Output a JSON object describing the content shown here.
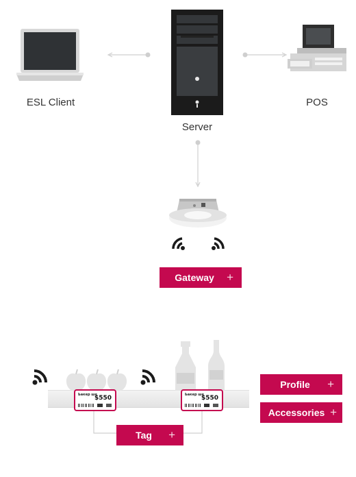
{
  "nodes": {
    "esl_client": "ESL Client",
    "pos": "POS",
    "server": "Server"
  },
  "buttons": {
    "gateway": "Gateway",
    "profile": "Profile",
    "accessories": "Accessories",
    "tag": "Tag",
    "plus": "+"
  },
  "tags": [
    {
      "brand": "Ьакер ше",
      "price": "$550"
    },
    {
      "brand": "Ьакер ше",
      "price": "$550"
    }
  ],
  "colors": {
    "accent": "#c4094f",
    "connector": "#cfcfcf",
    "device_dark": "#1b1b1b",
    "screen": "#3a3d40"
  },
  "icons": [
    "laptop-icon",
    "server-tower-icon",
    "pos-terminal-icon",
    "gateway-device-icon",
    "wifi-signal-icon",
    "apple-icon",
    "bottle-icon"
  ]
}
